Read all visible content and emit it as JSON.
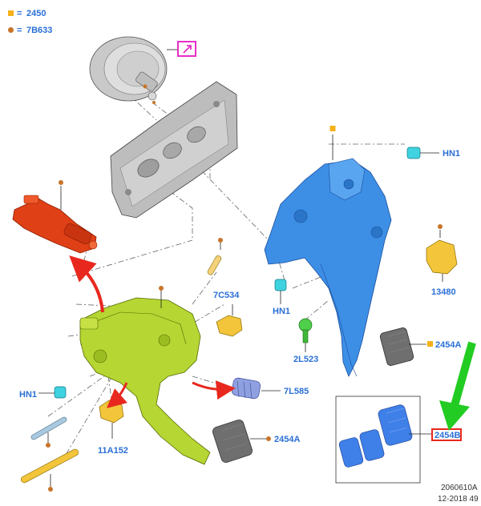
{
  "legend": {
    "square": {
      "code": "2450",
      "prefix": "=",
      "color": "#f5b21b"
    },
    "circle": {
      "code": "7B633",
      "prefix": "=",
      "color": "#c8742a"
    }
  },
  "labels": {
    "hn1_top": "HN1",
    "hn1_mid": "HN1",
    "hn1_left": "HN1",
    "p13480": "13480",
    "p2l523": "2L523",
    "p2454a_top": "2454A",
    "p2454a_bottom": "2454A",
    "p7c534": "7C534",
    "p7l585": "7L585",
    "p11a152": "11A152",
    "p2454b": "2454B"
  },
  "footer": {
    "figure_id": "2060610A",
    "date": "12-2018 49"
  },
  "colors": {
    "label_blue": "#2a6fd6",
    "arrow_red": "#e8281e",
    "arrow_green": "#22cc22",
    "callout_magenta": "#e62ec8",
    "pedal_box_blue": "#3d8fe6",
    "clutch_assembly_green": "#b5d633",
    "master_cylinder_red": "#e04016",
    "bumper_cyan": "#3fd2e0",
    "fastener_yellow": "#f2c53a",
    "clip_green": "#4fd04a"
  }
}
